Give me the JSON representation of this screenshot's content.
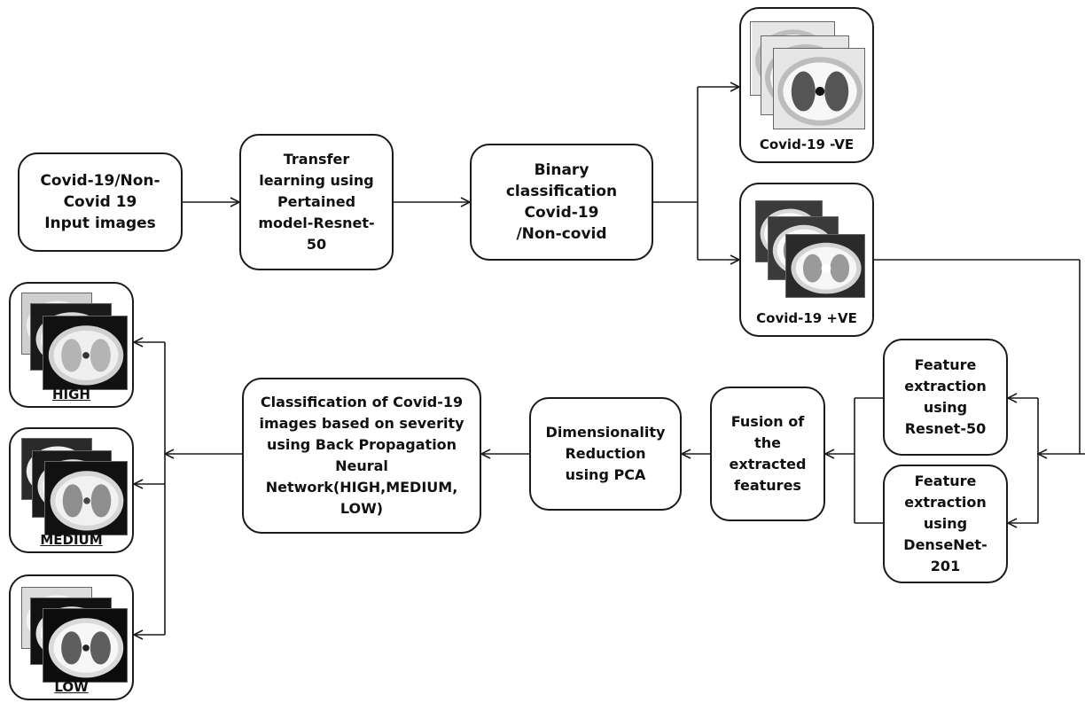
{
  "nodes": {
    "input": "Covid-19/Non-\nCovid 19\nInput images",
    "transfer": "Transfer\nlearning using\nPertained\nmodel-Resnet-\n50",
    "binary": "Binary\nclassification\nCovid-19\n/Non-covid",
    "fe_resnet": "Feature\nextraction\nusing\nResnet-50",
    "fe_densenet": "Feature\nextraction\nusing\nDenseNet-\n201",
    "fusion": "Fusion of\nthe\nextracted\nfeatures",
    "pca": "Dimensionality\nReduction\nusing PCA",
    "bpnn": "Classification of Covid-19\nimages based on severity\nusing Back Propagation\nNeural\nNetwork(HIGH,MEDIUM,\nLOW)"
  },
  "outputs": {
    "negative": "Covid-19 -VE",
    "positive": "Covid-19 +VE",
    "high": "HIGH",
    "medium": "MEDIUM",
    "low": "LOW"
  },
  "image_icon": "ct-scan-image"
}
